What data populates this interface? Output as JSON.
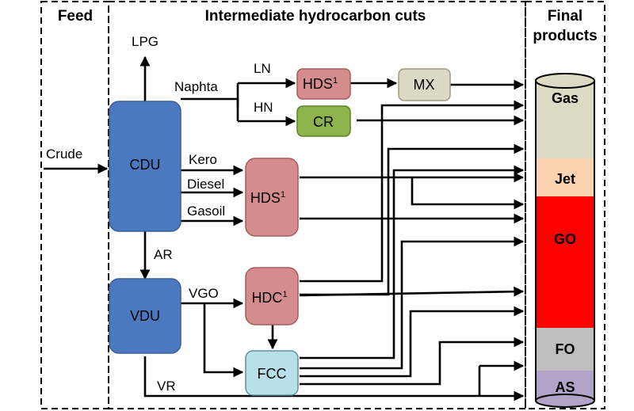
{
  "sections": {
    "feed": "Feed",
    "intermediate": "Intermediate hydrocarbon cuts",
    "final_line1": "Final",
    "final_line2": "products"
  },
  "units": {
    "cdu": "CDU",
    "vdu": "VDU",
    "hds_top": "HDS",
    "hds_mid": "HDS",
    "hdc": "HDC",
    "mx": "MX",
    "cr": "CR",
    "fcc": "FCC",
    "superscript": "1"
  },
  "streams": {
    "crude": "Crude",
    "lpg": "LPG",
    "naphta": "Naphta",
    "ln": "LN",
    "hn": "HN",
    "kero": "Kero",
    "diesel": "Diesel",
    "gasoil": "Gasoil",
    "ar": "AR",
    "vgo": "VGO",
    "vr": "VR"
  },
  "products": {
    "gas": "Gas",
    "jet": "Jet",
    "go": "GO",
    "fo": "FO",
    "as": "AS"
  },
  "colors": {
    "cdu_vdu": "#4a79c0",
    "hds_hdc": "#d48c8c",
    "mx": "#ddd8c4",
    "cr": "#8cb44a",
    "fcc": "#b7e0ea",
    "gas": "#ddd9c3",
    "jet": "#fbd3b0",
    "go": "#ff0000",
    "fo": "#bfbfbf",
    "as": "#b3a2c7"
  }
}
